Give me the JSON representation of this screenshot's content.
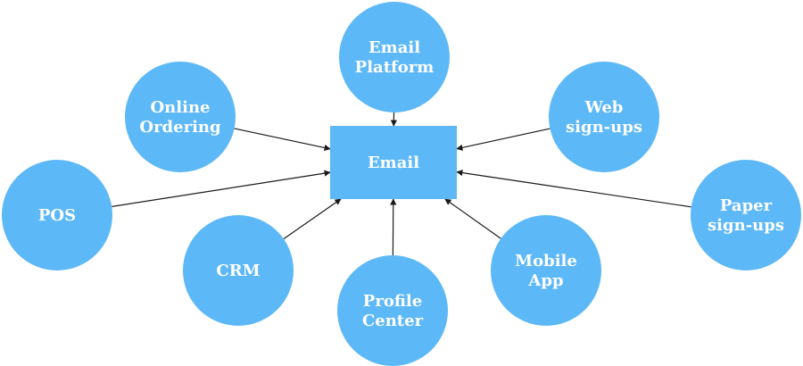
{
  "colors": {
    "node_fill": "#5db8f7",
    "label_text": "#ffffff",
    "edge": "#1a1a1a",
    "background": "#ffffff"
  },
  "hub": {
    "label": "Email"
  },
  "sources": [
    {
      "id": "email-platform",
      "lines": [
        "Email",
        "Platform"
      ]
    },
    {
      "id": "online-ordering",
      "lines": [
        "Online",
        "Ordering"
      ]
    },
    {
      "id": "web-signups",
      "lines": [
        "Web",
        "sign-ups"
      ]
    },
    {
      "id": "pos",
      "lines": [
        "POS"
      ]
    },
    {
      "id": "paper-signups",
      "lines": [
        "Paper",
        "sign-ups"
      ]
    },
    {
      "id": "crm",
      "lines": [
        "CRM"
      ]
    },
    {
      "id": "profile-center",
      "lines": [
        "Profile",
        "Center"
      ]
    },
    {
      "id": "mobile-app",
      "lines": [
        "Mobile",
        "App"
      ]
    }
  ],
  "edges": [
    {
      "from": "email-platform",
      "to": "hub"
    },
    {
      "from": "online-ordering",
      "to": "hub"
    },
    {
      "from": "web-signups",
      "to": "hub"
    },
    {
      "from": "pos",
      "to": "hub"
    },
    {
      "from": "paper-signups",
      "to": "hub"
    },
    {
      "from": "crm",
      "to": "hub"
    },
    {
      "from": "profile-center",
      "to": "hub"
    },
    {
      "from": "mobile-app",
      "to": "hub"
    }
  ]
}
